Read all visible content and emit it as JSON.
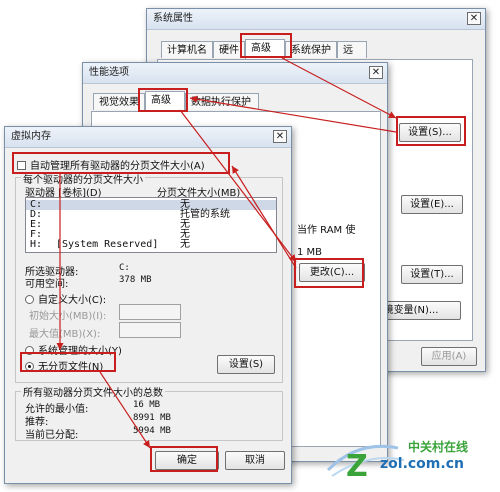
{
  "sysprops": {
    "title": "系统属性",
    "tabs": [
      "计算机名",
      "硬件",
      "高级",
      "系统保护",
      "远程"
    ],
    "active_tab": "高级",
    "btn_settings_s": "设置(S)...",
    "btn_settings_e": "设置(E)...",
    "btn_settings_t": "设置(T)...",
    "btn_envvars": "境变量(N)...",
    "btn_apply": "应用(A)"
  },
  "perfopts": {
    "title": "性能选项",
    "tabs": [
      "视觉效果",
      "高级",
      "数据执行保护"
    ],
    "active_tab": "高级",
    "partial_text_1": "当作 RAM 使",
    "partial_text_2": "1 MB",
    "btn_change": "更改(C)..."
  },
  "virtmem": {
    "title": "虚拟内存",
    "auto_manage_label": "自动管理所有驱动器的分页文件大小(A)",
    "auto_manage_checked": false,
    "group_title": "每个驱动器的分页文件大小",
    "col_drive": "驱动器 [卷标](D)",
    "col_size": "分页文件大小(MB)",
    "drives": [
      {
        "drive": "C:",
        "label": "",
        "size": "无",
        "selected": true
      },
      {
        "drive": "D:",
        "label": "",
        "size": "托管的系统",
        "selected": false
      },
      {
        "drive": "E:",
        "label": "",
        "size": "无",
        "selected": false
      },
      {
        "drive": "F:",
        "label": "",
        "size": "无",
        "selected": false
      },
      {
        "drive": "H:",
        "label": "[System Reserved]",
        "size": "无",
        "selected": false
      }
    ],
    "selected_drive_label": "所选驱动器:",
    "selected_drive_value": "C:",
    "free_space_label": "可用空间:",
    "free_space_value": "378 MB",
    "custom_size_label": "自定义大小(C):",
    "initial_size_label": "初始大小(MB)(I):",
    "max_size_label": "最大值(MB)(X):",
    "system_managed_label": "系统管理的大小(Y)",
    "no_paging_label": "无分页文件(N)",
    "selected_option": "no_paging",
    "set_button": "设置(S)",
    "total_group_title": "所有驱动器分页文件大小的总数",
    "min_allowed_label": "允许的最小值:",
    "min_allowed_value": "16 MB",
    "recommended_label": "推荐:",
    "recommended_value": "8991 MB",
    "allocated_label": "当前已分配:",
    "allocated_value": "5994 MB",
    "ok_button": "确定",
    "cancel_button": "取消"
  },
  "watermark": {
    "brand": "中关村在线",
    "site": "zol.com.cn"
  },
  "colors": {
    "highlight_red": "#c81e1e",
    "brand_blue": "#1f6fb5",
    "brand_green": "#3aa43a"
  }
}
